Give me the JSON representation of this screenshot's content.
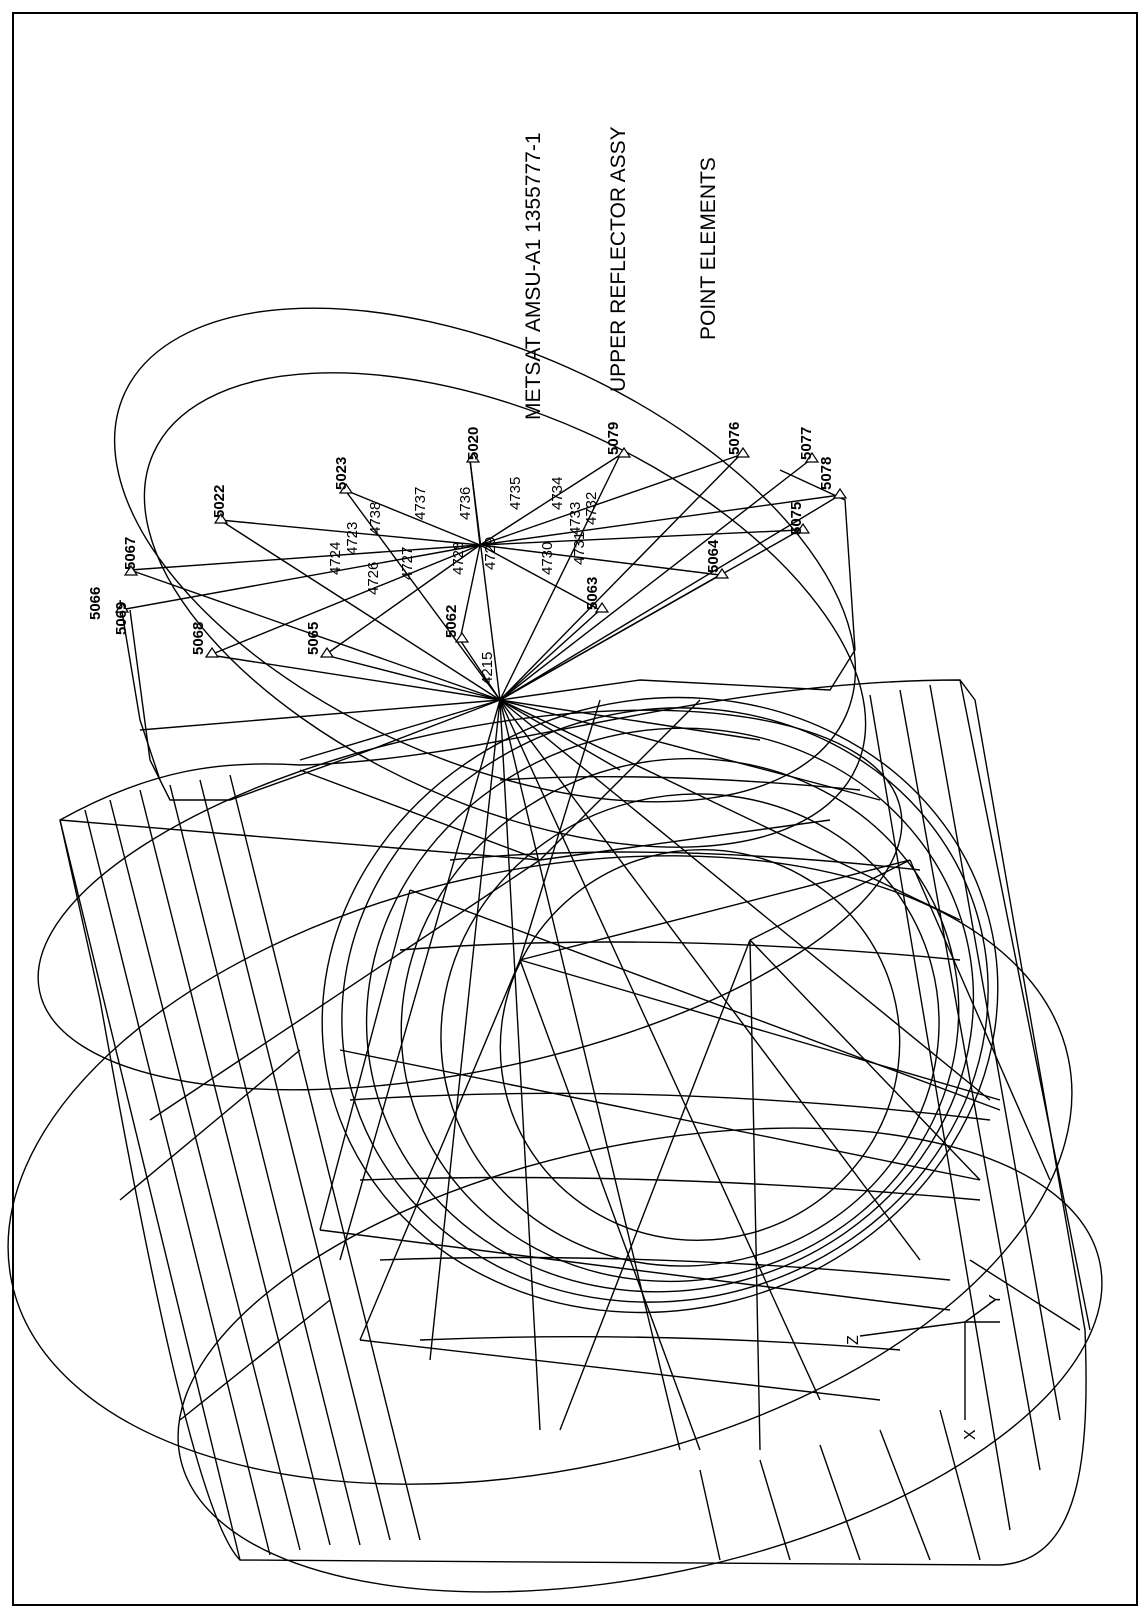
{
  "title": {
    "line1": "METSAT AMSU-A1  1355777-1",
    "line2": "UPPER REFLECTOR ASSY",
    "line3": "POINT ELEMENTS"
  },
  "node_labels": [
    "5066",
    "5069",
    "5067",
    "5068",
    "5022",
    "5023",
    "5065",
    "5020",
    "5079",
    "5062",
    "5076",
    "5077",
    "5078",
    "5063",
    "5064",
    "5075",
    "4215"
  ],
  "point_labels": [
    "4724",
    "4723",
    "4738",
    "4737",
    "4736",
    "4735",
    "4734",
    "4733",
    "4732",
    "4726",
    "4727",
    "4728",
    "4729",
    "4730",
    "4731"
  ],
  "axes": {
    "x": "X",
    "y": "Y",
    "z": "Z"
  }
}
